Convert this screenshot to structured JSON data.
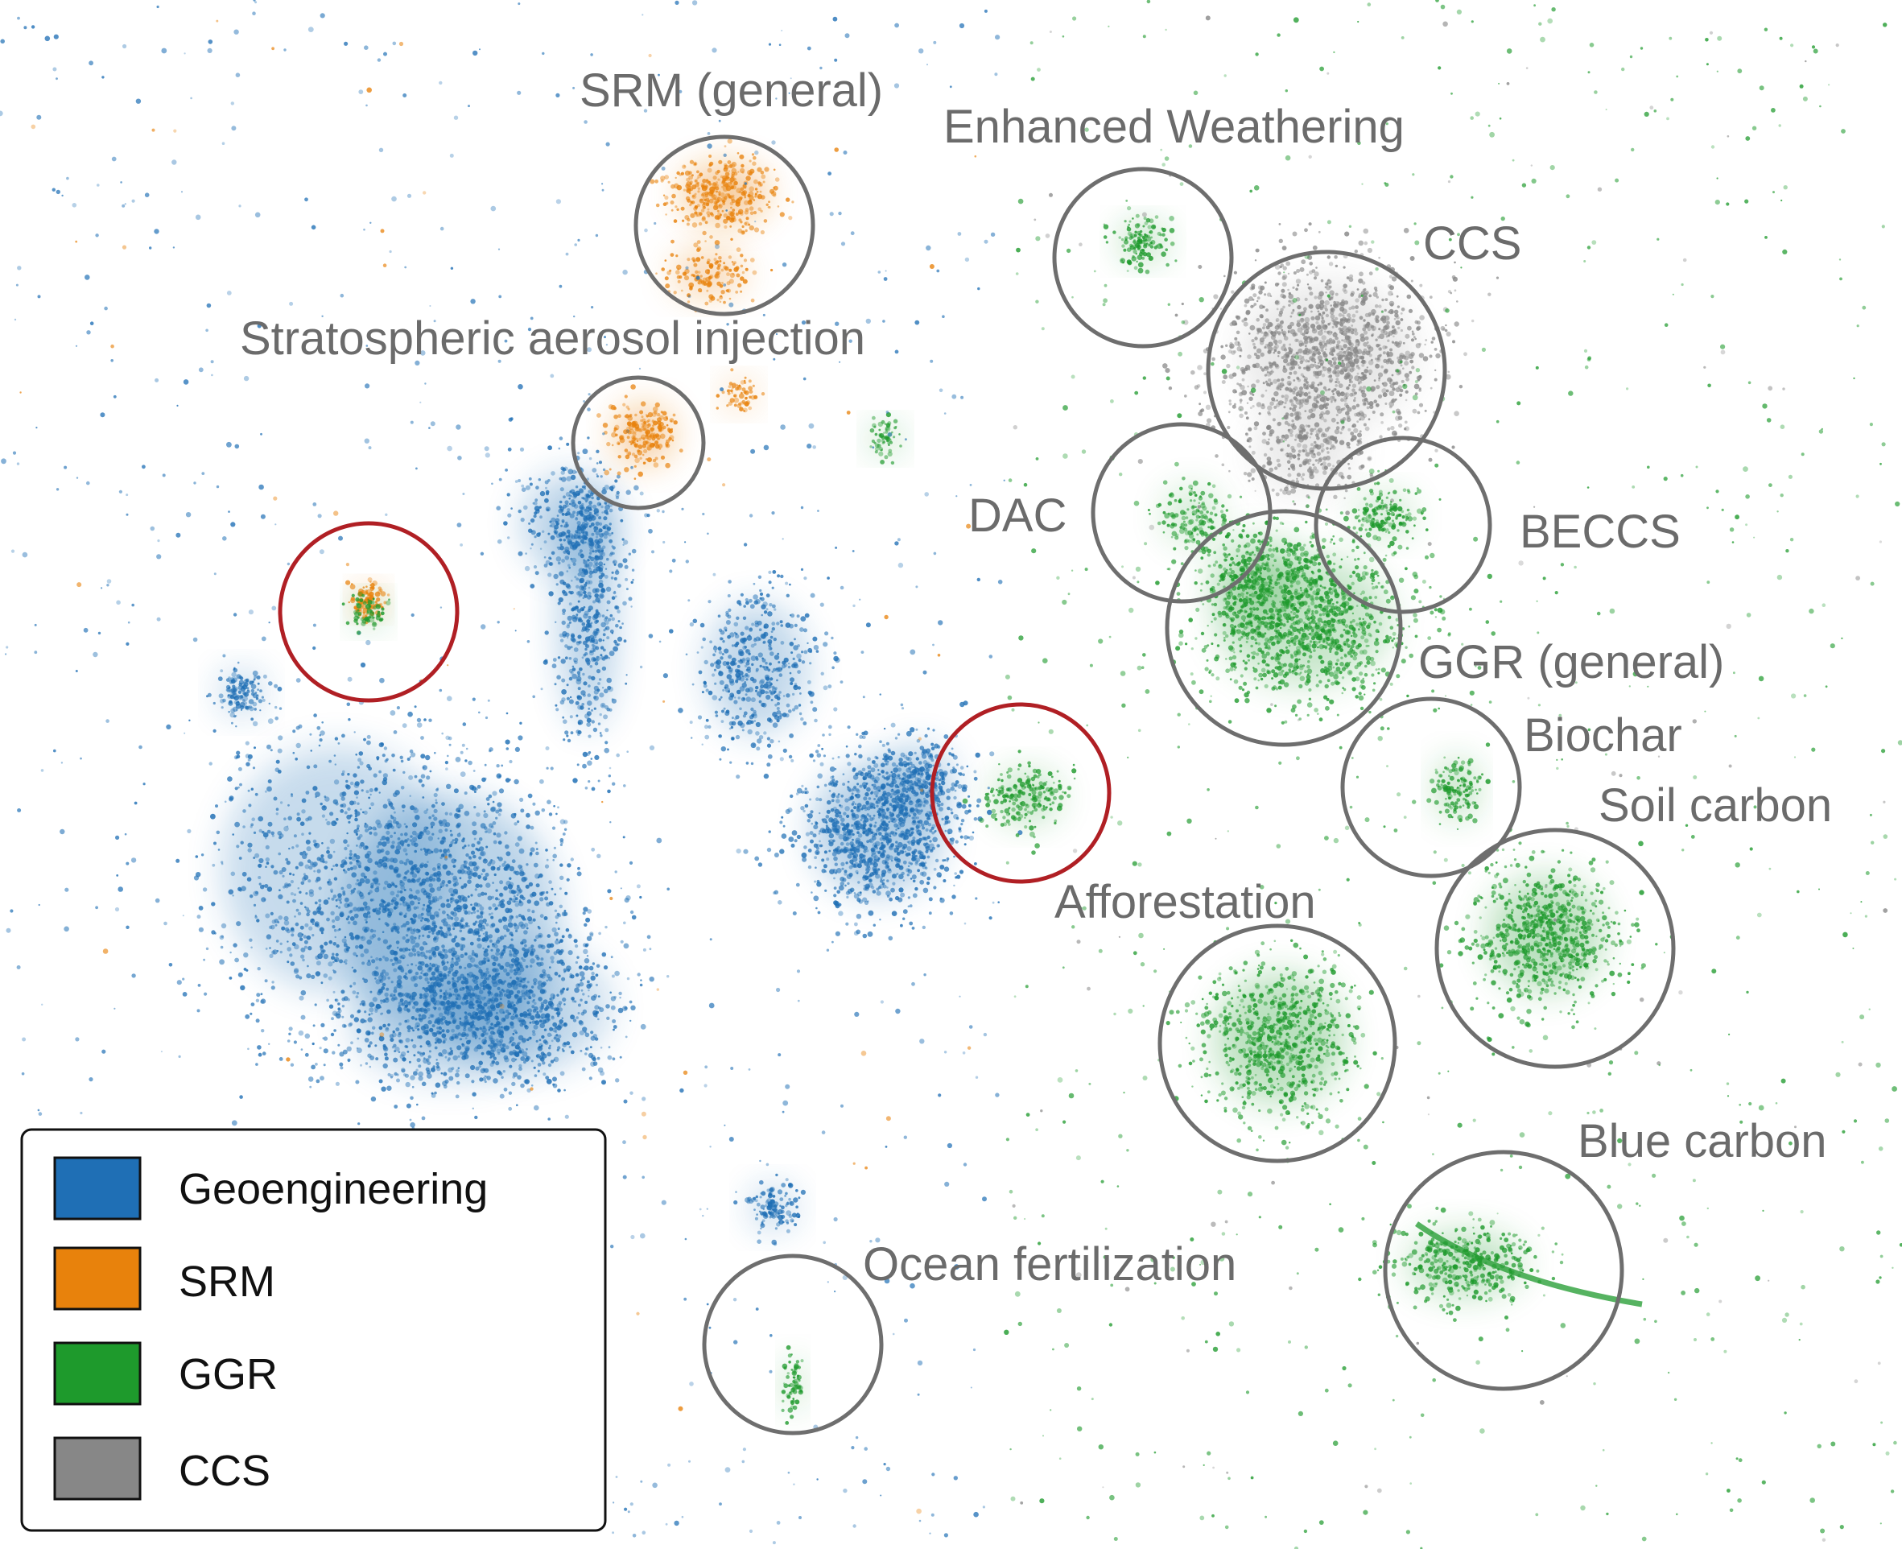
{
  "colors": {
    "geoengineering": "#1f6fb5",
    "srm": "#e8820c",
    "ggr": "#1e9a2c",
    "ccs": "#878787",
    "circle_default": "#6e6e6e",
    "circle_highlight": "#b01f24"
  },
  "cluster_labels": [
    "SRM (general)",
    "Enhanced Weathering",
    "CCS",
    "Stratospheric aerosol injection",
    "DAC",
    "BECCS",
    "GGR (general)",
    "Biochar",
    "Soil carbon",
    "Afforestation",
    "Blue carbon",
    "Ocean fertilization"
  ],
  "legend": {
    "items": [
      {
        "label": "Geoengineering",
        "color": "#1f6fb5"
      },
      {
        "label": "SRM",
        "color": "#e8820c"
      },
      {
        "label": "GGR",
        "color": "#1e9a2c"
      },
      {
        "label": "CCS",
        "color": "#878787"
      }
    ]
  }
}
